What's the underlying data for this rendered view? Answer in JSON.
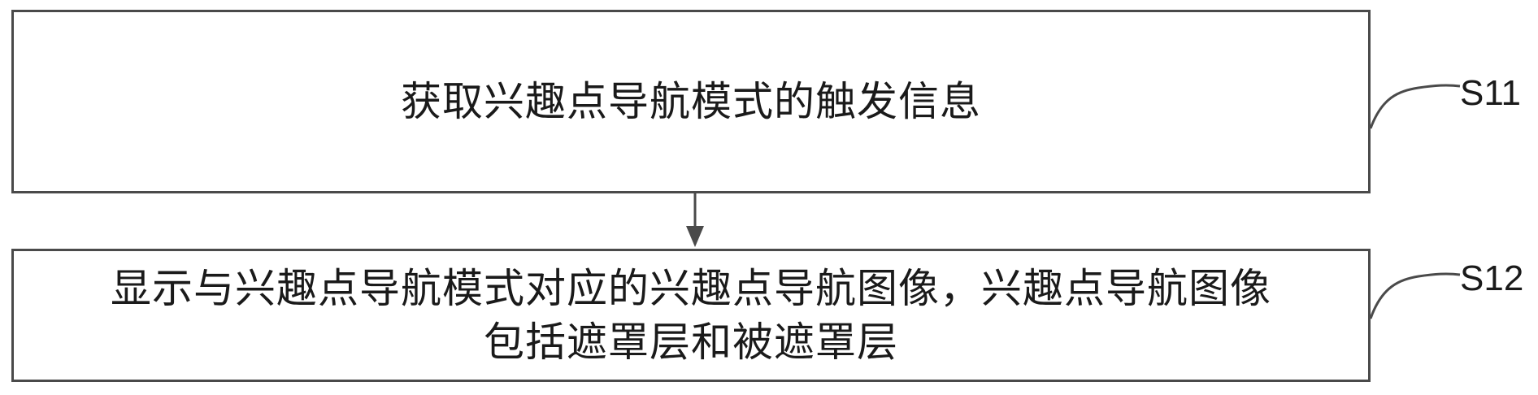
{
  "steps": [
    {
      "id": "S11",
      "lines": [
        "获取兴趣点导航模式的触发信息"
      ]
    },
    {
      "id": "S12",
      "lines": [
        "显示与兴趣点导航模式对应的兴趣点导航图像，兴趣点导航图像",
        "包括遮罩层和被遮罩层"
      ]
    }
  ],
  "colors": {
    "border": "#4a4a4a",
    "text": "#1a1a1a",
    "background": "#ffffff"
  }
}
